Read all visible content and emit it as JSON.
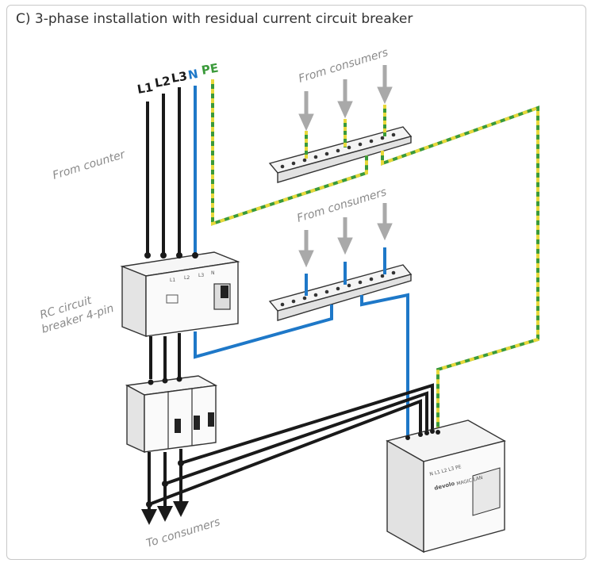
{
  "title": "C) 3-phase installation with residual current circuit breaker",
  "labels": {
    "l1": "L1",
    "l2": "L2",
    "l3": "L3",
    "n": "N",
    "pe": "PE",
    "from_counter": "From counter",
    "from_consumers_top": "From consumers",
    "from_consumers_mid": "From consumers",
    "rc_line1": "RC circuit",
    "rc_line2": "breaker 4-pin",
    "to_consumers": "To consumers",
    "rcd_terms": [
      "L1",
      "L2",
      "L3",
      "N"
    ],
    "device_terms": "N L1 L2 L3 PE",
    "device_brand": "devolo",
    "device_model": "MAGIC LAN"
  },
  "colors": {
    "phase": "#1a1a1a",
    "neutral": "#1e78c8",
    "earth_green": "#3a9a3a",
    "earth_yellow": "#e8d83a",
    "arrow": "#a9a9a9",
    "label_grey": "#8a8a8a",
    "frame": "#c8c8c8"
  }
}
